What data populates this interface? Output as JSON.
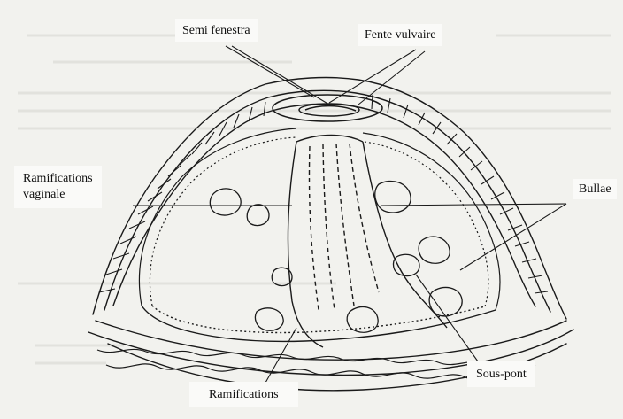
{
  "labels": {
    "semi_fenestra": "Semi fenestra",
    "fente_vulvaire": "Fente vulvaire",
    "ramifications_vaginale_line1": "Ramifications",
    "ramifications_vaginale_line2": "vaginale",
    "bullae": "Bullae",
    "sous_pont": "Sous-pont",
    "ramifications": "Ramifications"
  },
  "colors": {
    "background": "#f2f2ee",
    "ink": "#1a1a1a",
    "label_box": "#fafaf8"
  }
}
